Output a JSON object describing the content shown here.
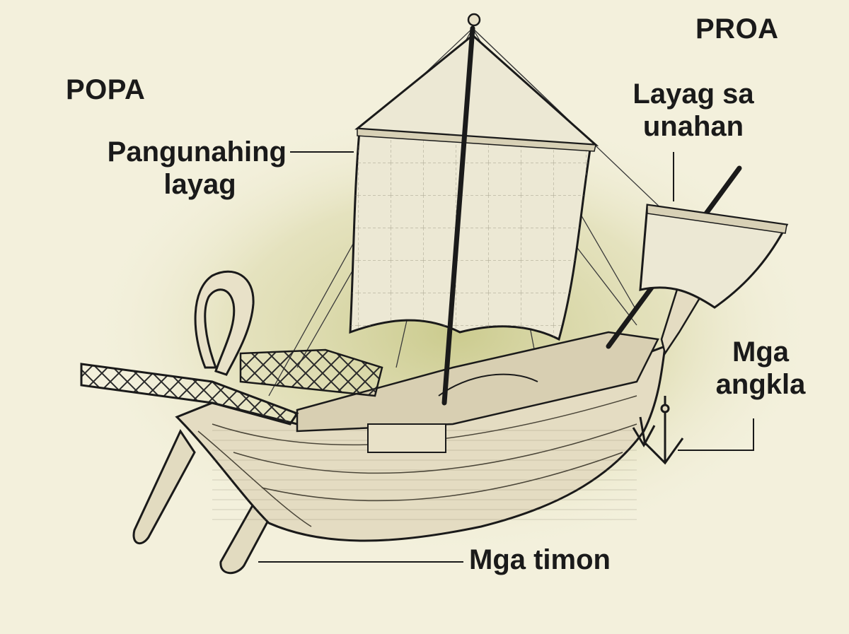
{
  "title": {
    "stern": "POPA",
    "bow": "PROA"
  },
  "labels": {
    "main_sail_line1": "Pangunahing",
    "main_sail_line2": "layag",
    "fore_sail_line1": "Layag sa",
    "fore_sail_line2": "unahan",
    "anchors_line1": "Mga",
    "anchors_line2": "angkla",
    "rudders": "Mga timon"
  },
  "colors": {
    "background": "#f3f0dc",
    "glow": "#c9c98a",
    "ink": "#1a1a1a",
    "sail": "#ece8d4",
    "hull": "#e4dcc2"
  }
}
